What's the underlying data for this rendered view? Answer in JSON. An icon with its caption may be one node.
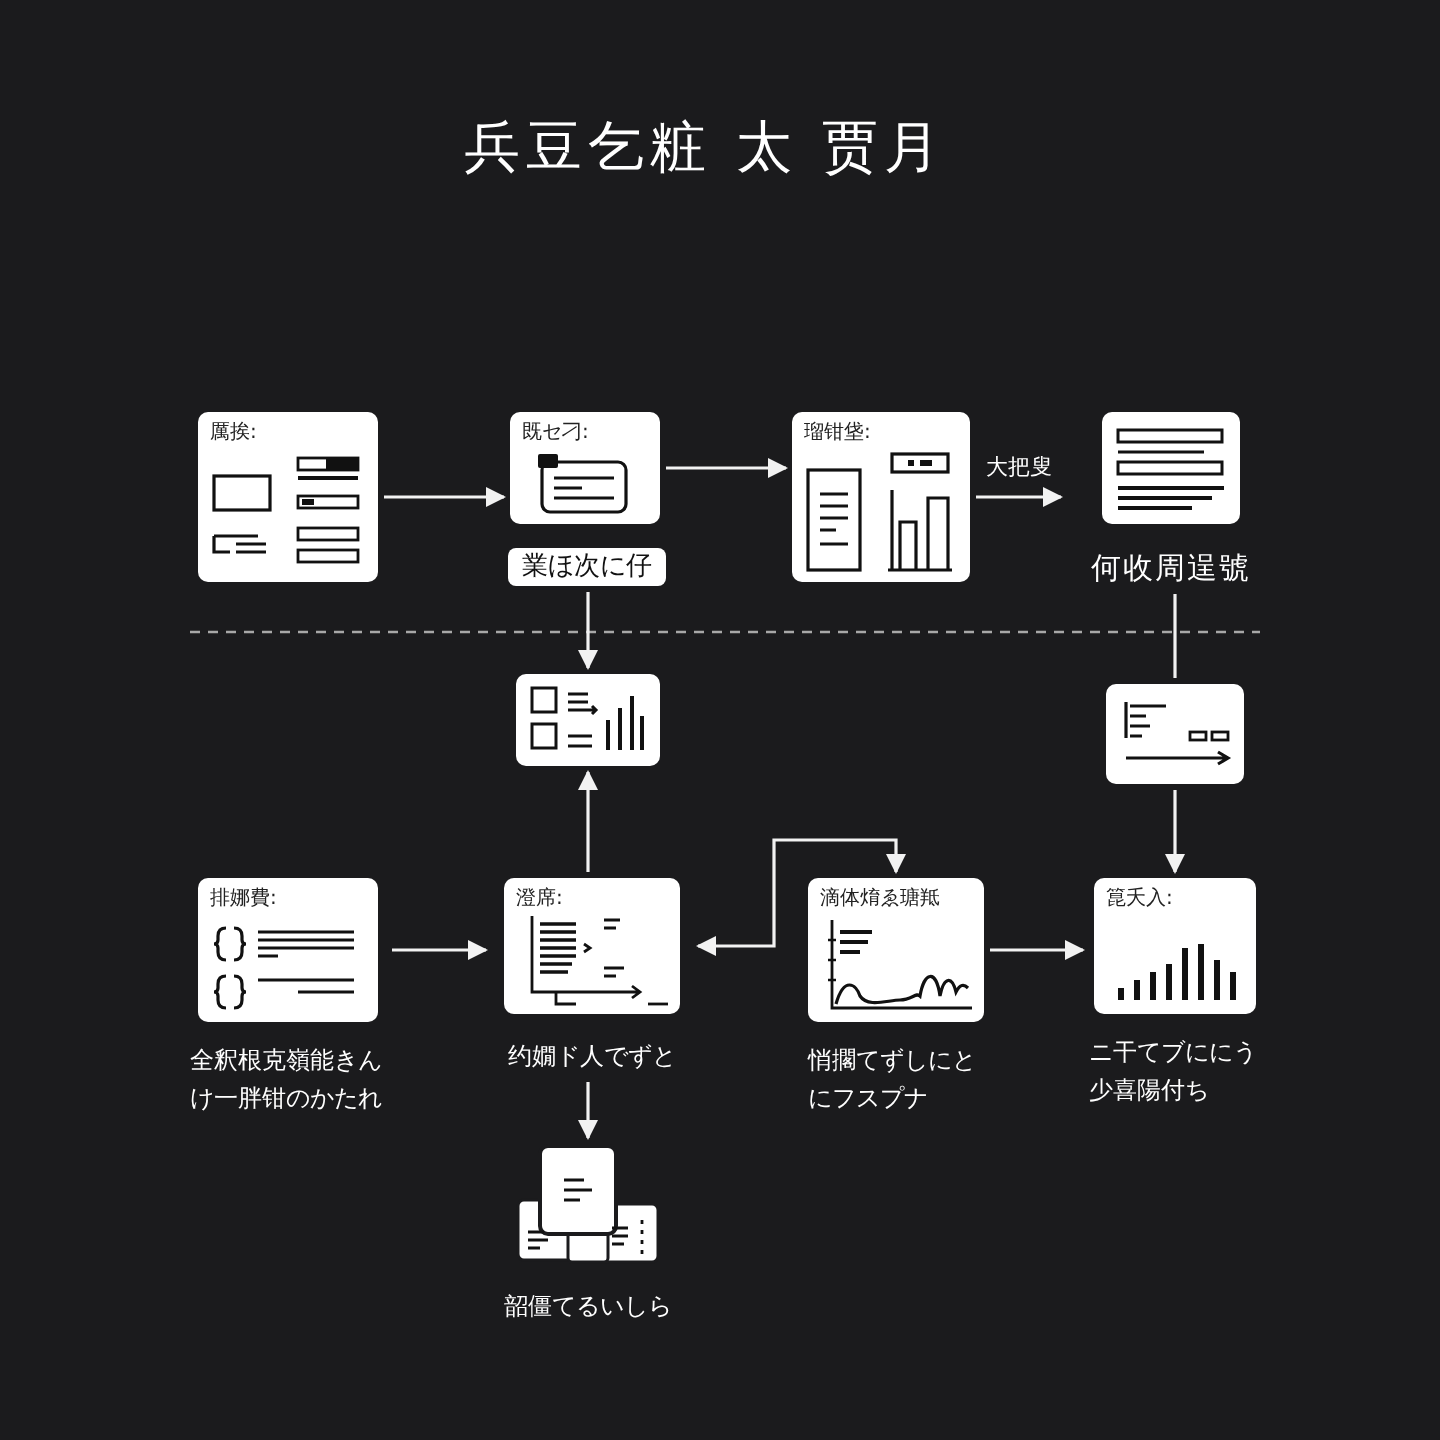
{
  "diagram": {
    "title": "兵豆乞粧 太 贾月",
    "nodes": [
      {
        "text": [
          "厲挨:"
        ]
      },
      {
        "text": [
          "既セ刁:"
        ]
      },
      {
        "text": [
          "業ほ次に仔"
        ]
      },
      {
        "text": [
          "瑠钳垡:"
        ]
      },
      {
        "text": [],
        "shape": "picture",
        "beside": [
          "何收周逞號"
        ]
      },
      {
        "text": [],
        "shape": "picture"
      },
      {
        "text": [],
        "shape": "picture"
      },
      {
        "text": [
          "排娜費:"
        ],
        "beside": [
          "全釈根克嶺能きんけ一胖钳のかたれ"
        ]
      },
      {
        "text": [
          "澄席:"
        ],
        "beside": [
          "约嫺ド人でずと"
        ]
      },
      {
        "text": [
          "滴体焴ゑ瑭羝"
        ],
        "beside": [
          "悄擱てずしにとにフスプナ"
        ]
      },
      {
        "text": [
          "箟夭入:"
        ],
        "beside": [
          "ニ干てブににう少喜陽付ち"
        ]
      },
      {
        "text": [],
        "shape": "picture",
        "beside": [
          "韶僵てるいしら"
        ]
      }
    ],
    "edges": [
      {
        "from": 0,
        "to": 1,
        "arrow": "to"
      },
      {
        "from": 1,
        "to": 3,
        "arrow": "to"
      },
      {
        "from": 3,
        "to": 4,
        "arrow": "to",
        "label": "大把叟"
      },
      {
        "from": 2,
        "to": 5,
        "arrow": "to"
      },
      {
        "from": 4,
        "to": 6,
        "arrow": "none"
      },
      {
        "from": 6,
        "to": 10,
        "arrow": "to"
      },
      {
        "from": 7,
        "to": 8,
        "arrow": "to"
      },
      {
        "from": 8,
        "to": 5,
        "arrow": "to"
      },
      {
        "from": 8,
        "to": 9,
        "arrow": "both"
      },
      {
        "from": 9,
        "to": 10,
        "arrow": "to"
      },
      {
        "from": 8,
        "to": 11,
        "arrow": "to"
      }
    ]
  }
}
